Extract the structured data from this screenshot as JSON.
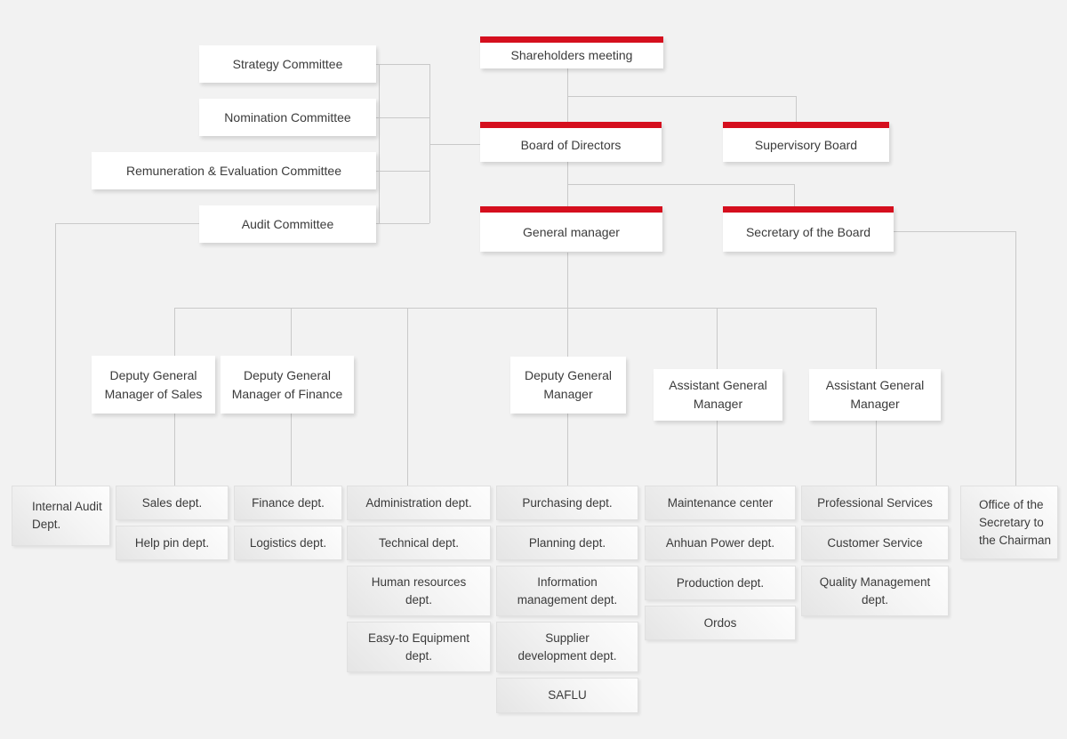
{
  "colors": {
    "accent_red": "#d50f1e",
    "background": "#f2f2f2",
    "connector": "#c9c9c9"
  },
  "nodes": {
    "shareholders_meeting": "Shareholders meeting",
    "strategy_committee": "Strategy Committee",
    "nomination_committee": "Nomination Committee",
    "remuneration_committee": "Remuneration & Evaluation Committee",
    "audit_committee": "Audit Committee",
    "board_of_directors": "Board of Directors",
    "supervisory_board": "Supervisory Board",
    "general_manager": "General manager",
    "secretary_of_board": "Secretary of the Board",
    "deputy_gm_sales": "Deputy General Manager of Sales",
    "deputy_gm_finance": "Deputy General Manager of Finance",
    "deputy_gm": "Deputy General Manager",
    "assistant_gm_1": "Assistant General Manager",
    "assistant_gm_2": "Assistant General Manager",
    "internal_audit": "Internal Audit Dept.",
    "sales": "Sales dept.",
    "help_pin": "Help pin dept.",
    "finance": "Finance dept.",
    "logistics": "Logistics dept.",
    "administration": "Administration dept.",
    "technical": "Technical dept.",
    "human_resources": "Human resources dept.",
    "easy_to_equipment": "Easy-to Equipment dept.",
    "purchasing": "Purchasing dept.",
    "planning": "Planning dept.",
    "information_management": "Information management dept.",
    "supplier_development": "Supplier development dept.",
    "saflu": "SAFLU",
    "maintenance_center": "Maintenance center",
    "anhuan_power": "Anhuan Power dept.",
    "production": "Production dept.",
    "ordos": "Ordos",
    "professional_services": "Professional Services",
    "customer_service": "Customer Service",
    "quality_management": "Quality Management dept.",
    "secretary_office": "Office of the Secretary to the Chairman"
  }
}
